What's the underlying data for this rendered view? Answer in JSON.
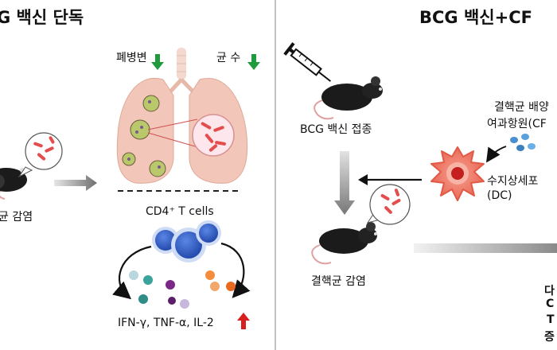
{
  "left_panel": {
    "title": "G 백신 단독",
    "lung_labels": {
      "lesion": "폐병변",
      "bacteria": "균 수"
    },
    "infection_label": "균 감염",
    "cells_label": "CD4⁺ T cells",
    "cytokines_label": "IFN-γ, TNF-α, IL-2"
  },
  "right_panel": {
    "title": "BCG 백신+CF",
    "vaccination_label": "BCG 백신 접종",
    "antigen_label_line1": "결핵균 배양",
    "antigen_label_line2": "여과항원(CF",
    "dc_label_line1": "수지상세포",
    "dc_label_line2": "(DC)",
    "infection_label": "결핵균 감염",
    "cut_text": [
      "다",
      "C",
      "T",
      "증"
    ]
  },
  "colors": {
    "down_arrow": "#1f9a3c",
    "up_arrow": "#d61f1f",
    "panel_divider": "#9a9a9a",
    "dc_cell": "#f08070",
    "cd4_cell": "#3d66c8",
    "lung": "#f2c7b9"
  }
}
